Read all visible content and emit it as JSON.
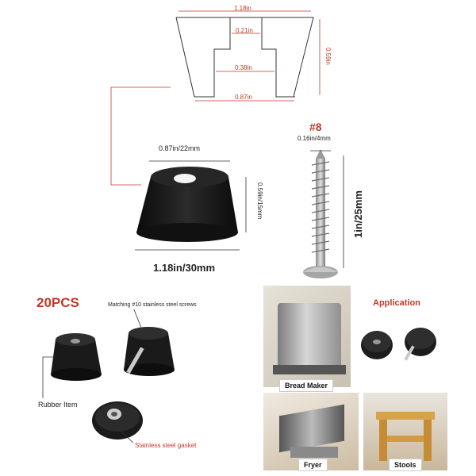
{
  "drawing": {
    "dim_top": "1.18in",
    "dim_inner_top": "0.21in",
    "dim_hole": "0.38in",
    "dim_bottom": "0.87in",
    "dim_height": "0.59in"
  },
  "foot": {
    "top_dim": "0.87in/22mm",
    "side_dim": "0.59in/15mm",
    "bottom_dim": "1.18in/30mm"
  },
  "screw": {
    "size_label": "#8",
    "head_dim": "0.16in/4mm",
    "length_dim": "1in/25mm"
  },
  "kit": {
    "quantity": "20PCS",
    "screws_note": "Matching #10 stainless steel screws",
    "rubber_label": "Rubber Item",
    "gasket_label": "Stainless steel gasket"
  },
  "application": {
    "title": "Application",
    "items": [
      "Bread Maker",
      "Fryer",
      "Stools"
    ]
  },
  "colors": {
    "accent": "#c0392b",
    "rubber": "#1a1a1a",
    "steel": "#b9b9b9"
  }
}
